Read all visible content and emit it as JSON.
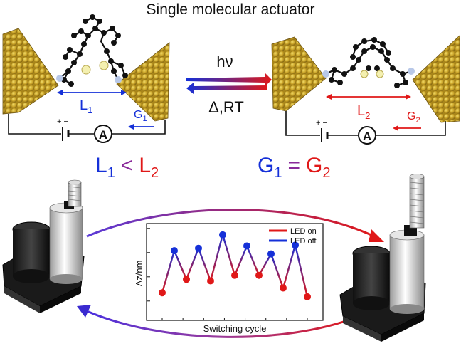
{
  "title": "Single molecular actuator",
  "left_junction": {
    "length_label": "L",
    "length_sub": "1",
    "conductance_label": "G",
    "conductance_sub": "1",
    "ammeter": "A",
    "battery_polarity": "+ −"
  },
  "right_junction": {
    "length_label": "L",
    "length_sub": "2",
    "conductance_label": "G",
    "conductance_sub": "2",
    "ammeter": "A",
    "battery_polarity": "+ −"
  },
  "forward_stimulus": "hν",
  "reverse_stimulus": "Δ,RT",
  "relation_length": {
    "a": "L",
    "a_sub": "1",
    "op": "<",
    "b": "L",
    "b_sub": "2"
  },
  "relation_conductance": {
    "a": "G",
    "a_sub": "1",
    "op": "=",
    "b": "G",
    "b_sub": "2"
  },
  "colors": {
    "blue": "#1530d8",
    "red": "#e01818",
    "gold": "#c9a227",
    "purple": "#7a2aa0"
  },
  "chart_data": {
    "type": "line",
    "ylabel": "Δz/nm",
    "xlabel": "Switching cycle",
    "legend": [
      "LED on",
      "LED off"
    ],
    "legend_position": "top-right",
    "x": [
      1,
      2,
      3,
      4,
      5,
      6,
      7,
      8,
      9,
      10,
      11,
      12,
      13
    ],
    "y": [
      0.25,
      0.78,
      0.42,
      0.81,
      0.4,
      0.98,
      0.47,
      0.84,
      0.47,
      0.74,
      0.31,
      0.85,
      0.2
    ],
    "marker_state": [
      "LED on",
      "LED off",
      "LED on",
      "LED off",
      "LED on",
      "LED off",
      "LED on",
      "LED off",
      "LED on",
      "LED off",
      "LED on",
      "LED off",
      "LED on"
    ]
  }
}
